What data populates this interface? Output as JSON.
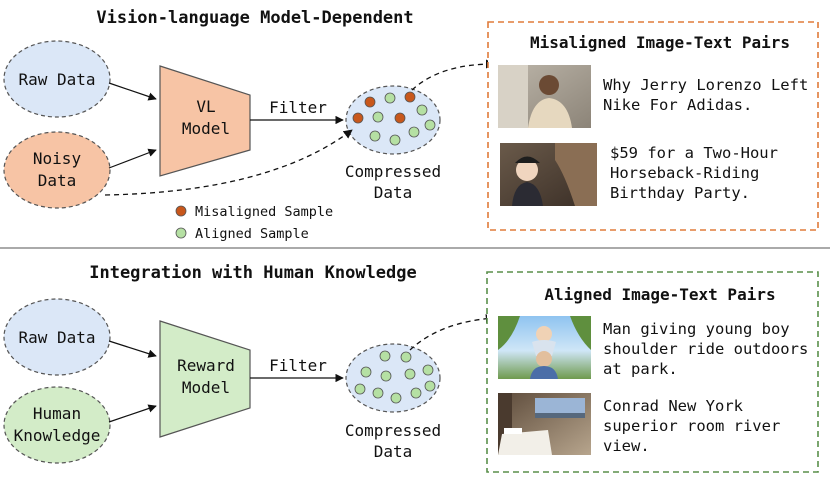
{
  "colors": {
    "blue_fill": "#dbe7f7",
    "orange_fill": "#f7c4a5",
    "green_fill": "#d3ecc8",
    "misaligned_dot": "#c8571b",
    "aligned_dot": "#b5e0a3",
    "orange_border": "#e07b3a",
    "green_border": "#5a8f4a"
  },
  "top": {
    "title": "Vision-language Model-Dependent",
    "raw_data": "Raw Data",
    "noisy_data": [
      "Noisy",
      "Data"
    ],
    "model": [
      "VL",
      "Model"
    ],
    "filter": "Filter",
    "compressed": [
      "Compressed",
      "Data"
    ],
    "legend_misaligned": "Misaligned Sample",
    "legend_aligned": "Aligned Sample",
    "panel_title": "Misaligned Image-Text Pairs",
    "examples": [
      {
        "lines": [
          "Why Jerry Lorenzo Left",
          "Nike For Adidas."
        ]
      },
      {
        "lines": [
          "$59 for a Two-Hour",
          "Horseback-Riding",
          "Birthday Party."
        ]
      }
    ]
  },
  "bottom": {
    "title": "Integration with Human Knowledge",
    "raw_data": "Raw Data",
    "human": [
      "Human",
      "Knowledge"
    ],
    "model": [
      "Reward",
      "Model"
    ],
    "filter": "Filter",
    "compressed": [
      "Compressed",
      "Data"
    ],
    "panel_title": "Aligned Image-Text Pairs",
    "examples": [
      {
        "lines": [
          "Man giving young boy",
          "shoulder ride outdoors",
          "at park."
        ]
      },
      {
        "lines": [
          "Conrad New York",
          "superior room river",
          "view."
        ]
      }
    ]
  }
}
